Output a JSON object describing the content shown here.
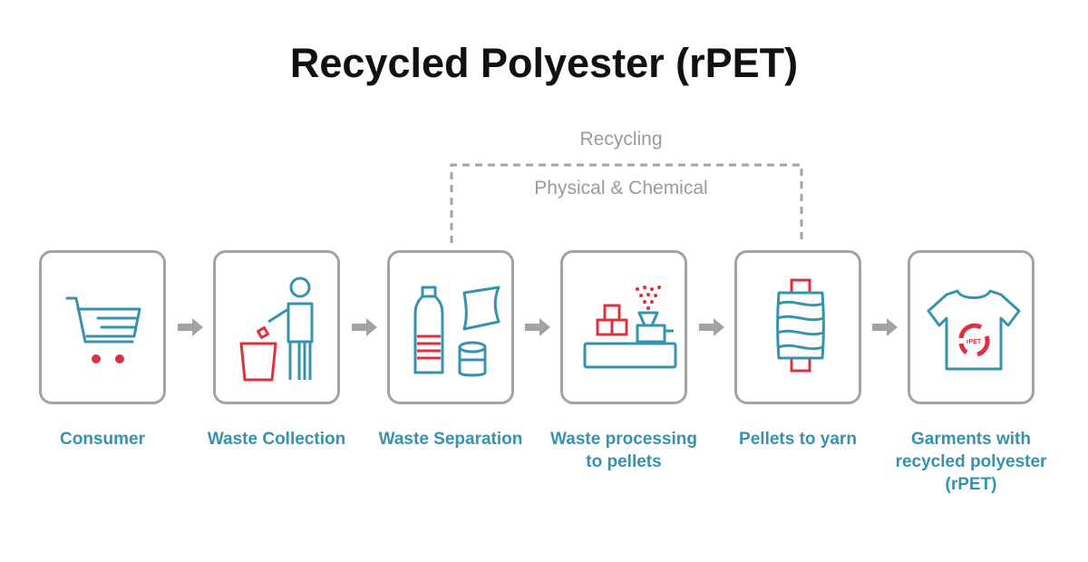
{
  "title": "Recycled Polyester (rPET)",
  "loop": {
    "label": "Recycling",
    "sublabel": "Physical & Chemical"
  },
  "steps": [
    {
      "label": "Consumer",
      "icon": "shopping-cart-icon"
    },
    {
      "label": "Waste Collection",
      "icon": "person-trash-bin-icon"
    },
    {
      "label": "Waste Separation",
      "icon": "bottle-bag-can-icon"
    },
    {
      "label": "Waste processing to pellets",
      "icon": "pellet-machine-icon"
    },
    {
      "label": "Pellets to yarn",
      "icon": "yarn-spool-icon"
    },
    {
      "label": "Garments with recycled polyester (rPET)",
      "icon": "tshirt-recycle-icon"
    }
  ],
  "shirt_badge": "rPET",
  "colors": {
    "teal": "#3792ad",
    "red": "#e0303f",
    "gray": "#a3a3a3"
  }
}
